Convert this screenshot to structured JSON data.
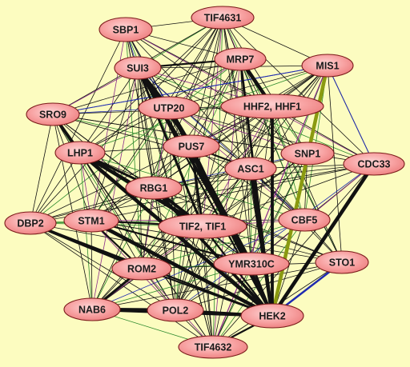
{
  "network": {
    "background": "#fcfcc0",
    "node_fill": "#f7a0a0",
    "node_border": "#7a1a1a",
    "edge_colors": {
      "default": "#111111",
      "green": "#2d8a2d",
      "purple": "#8a2b8a",
      "blue": "#1f2bb0",
      "olive": "#8a9a10"
    },
    "nodes": [
      {
        "id": "SBP1",
        "label": "SBP1"
      },
      {
        "id": "TIF4631",
        "label": "TIF4631"
      },
      {
        "id": "SUI3",
        "label": "SUI3"
      },
      {
        "id": "MRP7",
        "label": "MRP7"
      },
      {
        "id": "MIS1",
        "label": "MIS1"
      },
      {
        "id": "SRO9",
        "label": "SRO9"
      },
      {
        "id": "UTP20",
        "label": "UTP20"
      },
      {
        "id": "HHF2",
        "label": "HHF2, HHF1"
      },
      {
        "id": "LHP1",
        "label": "LHP1"
      },
      {
        "id": "PUS7",
        "label": "PUS7"
      },
      {
        "id": "SNP1",
        "label": "SNP1"
      },
      {
        "id": "CDC33",
        "label": "CDC33"
      },
      {
        "id": "ASC1",
        "label": "ASC1"
      },
      {
        "id": "RBG1",
        "label": "RBG1"
      },
      {
        "id": "DBP2",
        "label": "DBP2"
      },
      {
        "id": "STM1",
        "label": "STM1"
      },
      {
        "id": "TIF2",
        "label": "TIF2, TIF1"
      },
      {
        "id": "CBF5",
        "label": "CBF5"
      },
      {
        "id": "ROM2",
        "label": "ROM2"
      },
      {
        "id": "YMR310C",
        "label": "YMR310C"
      },
      {
        "id": "STO1",
        "label": "STO1"
      },
      {
        "id": "NAB6",
        "label": "NAB6"
      },
      {
        "id": "POL2",
        "label": "POL2"
      },
      {
        "id": "HEK2",
        "label": "HEK2"
      },
      {
        "id": "TIF4632",
        "label": "TIF4632"
      }
    ],
    "heavy_edges": [
      [
        "HEK2",
        "TIF2"
      ],
      [
        "HEK2",
        "YMR310C"
      ],
      [
        "HEK2",
        "PUS7"
      ],
      [
        "HEK2",
        "ASC1"
      ],
      [
        "HEK2",
        "SUI3"
      ],
      [
        "HEK2",
        "UTP20"
      ],
      [
        "HEK2",
        "RBG1"
      ],
      [
        "HEK2",
        "STM1"
      ],
      [
        "HEK2",
        "ROM2"
      ],
      [
        "HEK2",
        "POL2"
      ],
      [
        "HEK2",
        "NAB6"
      ],
      [
        "HEK2",
        "LHP1"
      ],
      [
        "HEK2",
        "DBP2"
      ],
      [
        "HEK2",
        "MRP7"
      ],
      [
        "HEK2",
        "HHF2"
      ],
      [
        "HEK2",
        "CDC33"
      ],
      [
        "HEK2",
        "TIF4632"
      ],
      [
        "TIF2",
        "SUI3"
      ],
      [
        "TIF2",
        "RBG1"
      ],
      [
        "TIF2",
        "LHP1"
      ],
      [
        "TIF2",
        "STM1"
      ],
      [
        "TIF2",
        "PUS7"
      ],
      [
        "YMR310C",
        "SUI3"
      ],
      [
        "YMR310C",
        "UTP20"
      ],
      [
        "YMR310C",
        "STM1"
      ],
      [
        "ROM2",
        "NAB6"
      ],
      [
        "ROM2",
        "DBP2"
      ],
      [
        "POL2",
        "NAB6"
      ],
      [
        "STM1",
        "ROM2"
      ],
      [
        "SUI3",
        "PUS7"
      ],
      [
        "SUI3",
        "UTP20"
      ],
      [
        "UTP20",
        "PUS7"
      ],
      [
        "PUS7",
        "ASC1"
      ],
      [
        "RBG1",
        "LHP1"
      ],
      [
        "SRO9",
        "LHP1"
      ],
      [
        "HHF2",
        "MRP7"
      ],
      [
        "MRP7",
        "SUI3"
      ]
    ],
    "colored_edges": [
      {
        "a": "HEK2",
        "b": "MIS1",
        "color": "olive",
        "w": 4.5
      },
      {
        "a": "HEK2",
        "b": "STM1",
        "color": "blue",
        "w": 2.5
      },
      {
        "a": "HEK2",
        "b": "STO1",
        "color": "blue",
        "w": 2.5
      },
      {
        "a": "TIF4632",
        "b": "MIS1",
        "color": "purple",
        "w": 1.2
      },
      {
        "a": "SRO9",
        "b": "MIS1",
        "color": "blue",
        "w": 1
      },
      {
        "a": "MIS1",
        "b": "CDC33",
        "color": "blue",
        "w": 1
      }
    ]
  }
}
